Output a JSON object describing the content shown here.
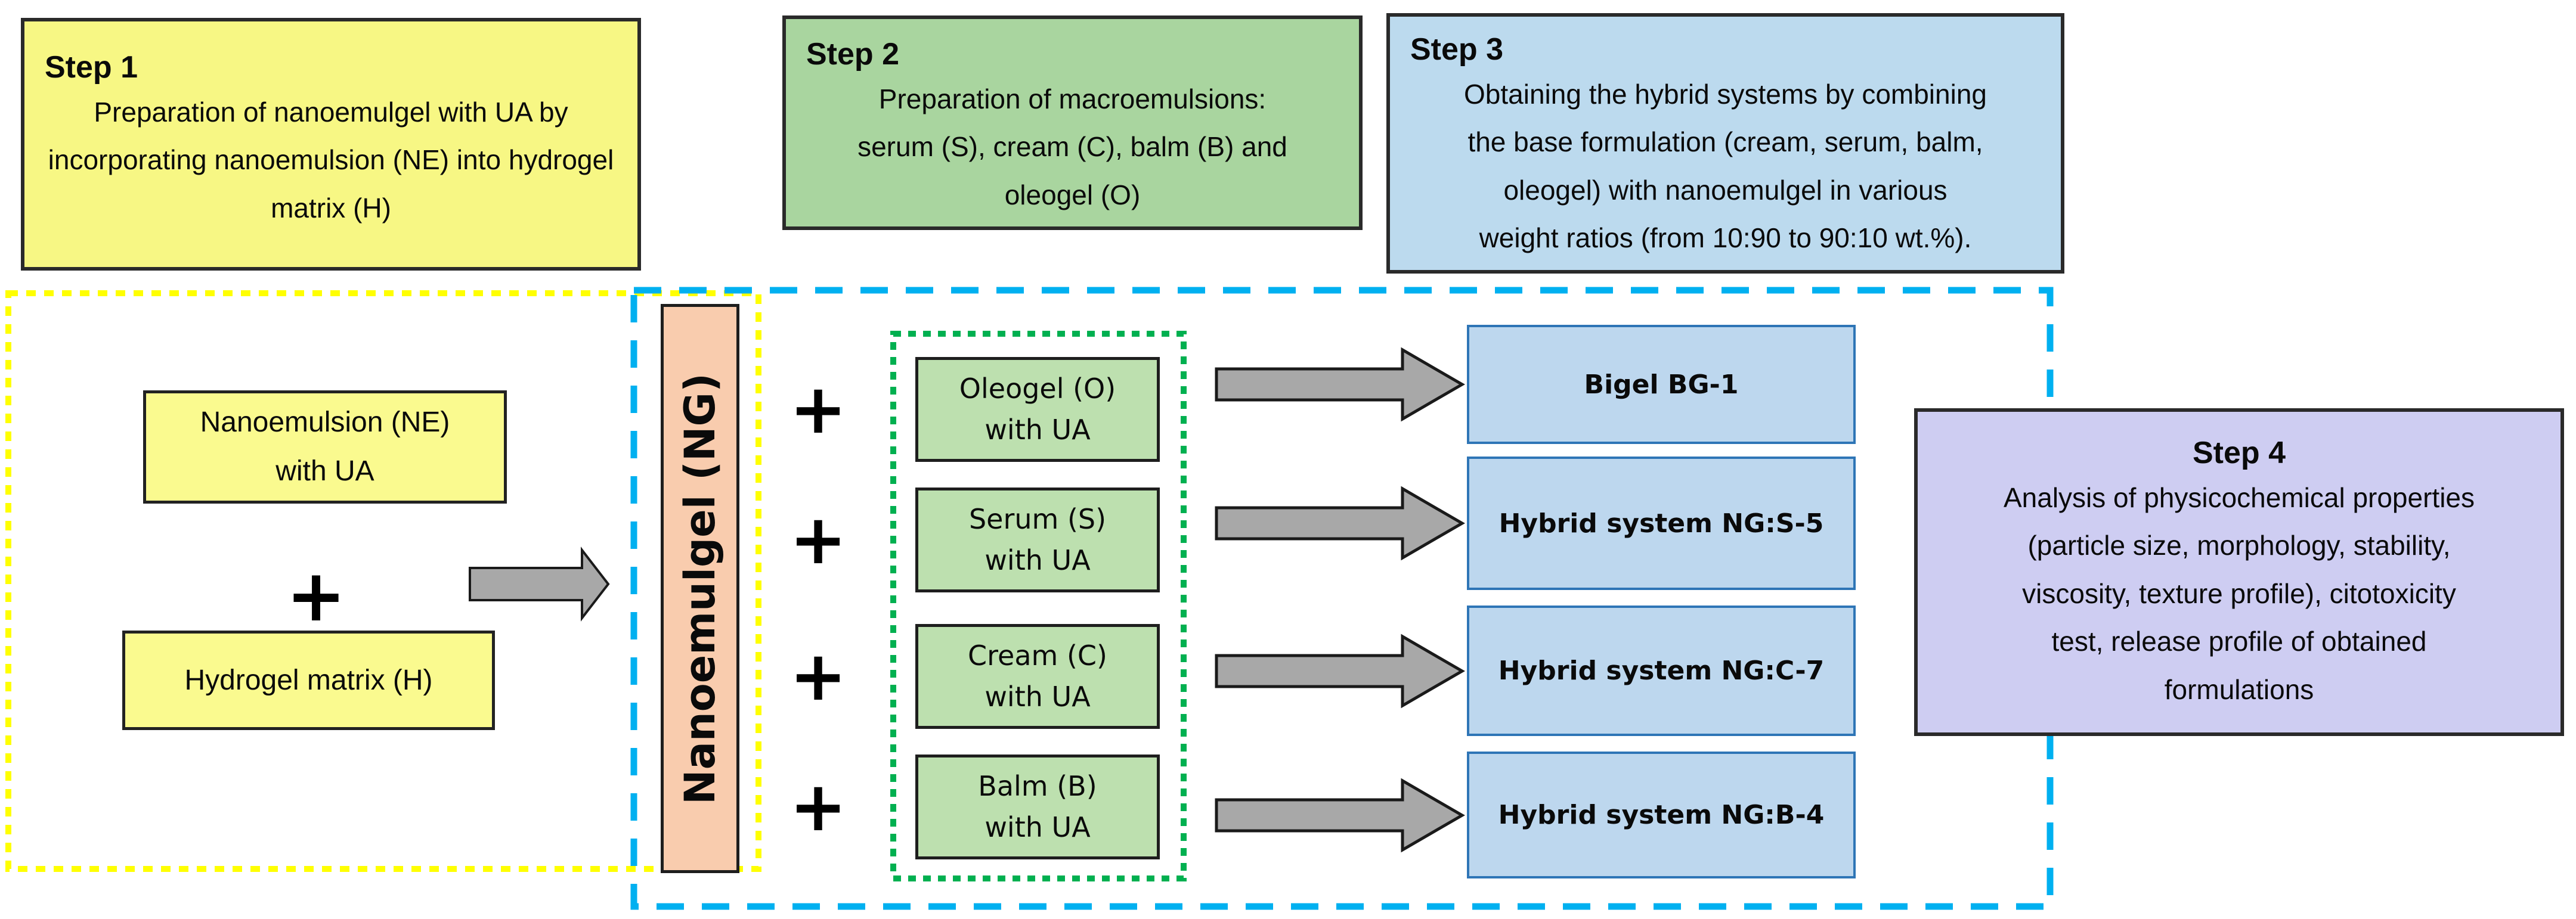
{
  "figure": {
    "steps": [
      {
        "title": "Step 1",
        "body": "Preparation of nanoemulgel with UA by\nincorporating nanoemulsion (NE) into hydrogel\nmatrix (H)"
      },
      {
        "title": "Step 2",
        "body": "Preparation of macroemulsions:\nserum (S), cream (C), balm (B) and\noleogel (O)"
      },
      {
        "title": "Step 3",
        "body": "Obtaining the hybrid systems by combining\nthe base formulation (cream, serum, balm,\noleogel) with nanoemulgel in various\nweight ratios (from 10:90 to 90:10 wt.%)."
      },
      {
        "title": "Step 4",
        "body": "Analysis of physicochemical properties\n(particle size, morphology, stability,\nviscosity, texture profile), citotoxicity\ntest, release profile of  obtained\nformulations"
      }
    ],
    "flow": {
      "nanoemulsion_label": "Nanoemulsion (NE)\nwith UA",
      "hydrogel_label": "Hydrogel matrix (H)",
      "plus": "+",
      "nanoemulgel_label": "Nanoemulgel (NG)",
      "bases": [
        {
          "label": "Oleogel (O)\nwith UA"
        },
        {
          "label": "Serum (S)\nwith UA"
        },
        {
          "label": "Cream (C)\nwith UA"
        },
        {
          "label": "Balm (B)\nwith UA"
        }
      ],
      "results": [
        {
          "label": "Bigel BG-1"
        },
        {
          "label": "Hybrid system NG:S-5"
        },
        {
          "label": "Hybrid system NG:C-7"
        },
        {
          "label": "Hybrid system NG:B-4"
        }
      ]
    },
    "colors": {
      "step1_fill": "#F7F784",
      "step2_fill": "#A9D59F",
      "step3_fill": "#BCDAEE",
      "step4_fill": "#CECDF2",
      "small_yellow_fill": "#FAFA8F",
      "small_green_fill": "#BDE0AF",
      "result_blue_fill": "#BDD7EE",
      "result_blue_border": "#2E75B6",
      "nanoemulgel_fill": "#F9CCAE",
      "arrow_fill": "#A8A8A8",
      "outline_yellow": "#FFFF00",
      "outline_green": "#00B050",
      "outline_blue": "#00B0F0"
    }
  }
}
